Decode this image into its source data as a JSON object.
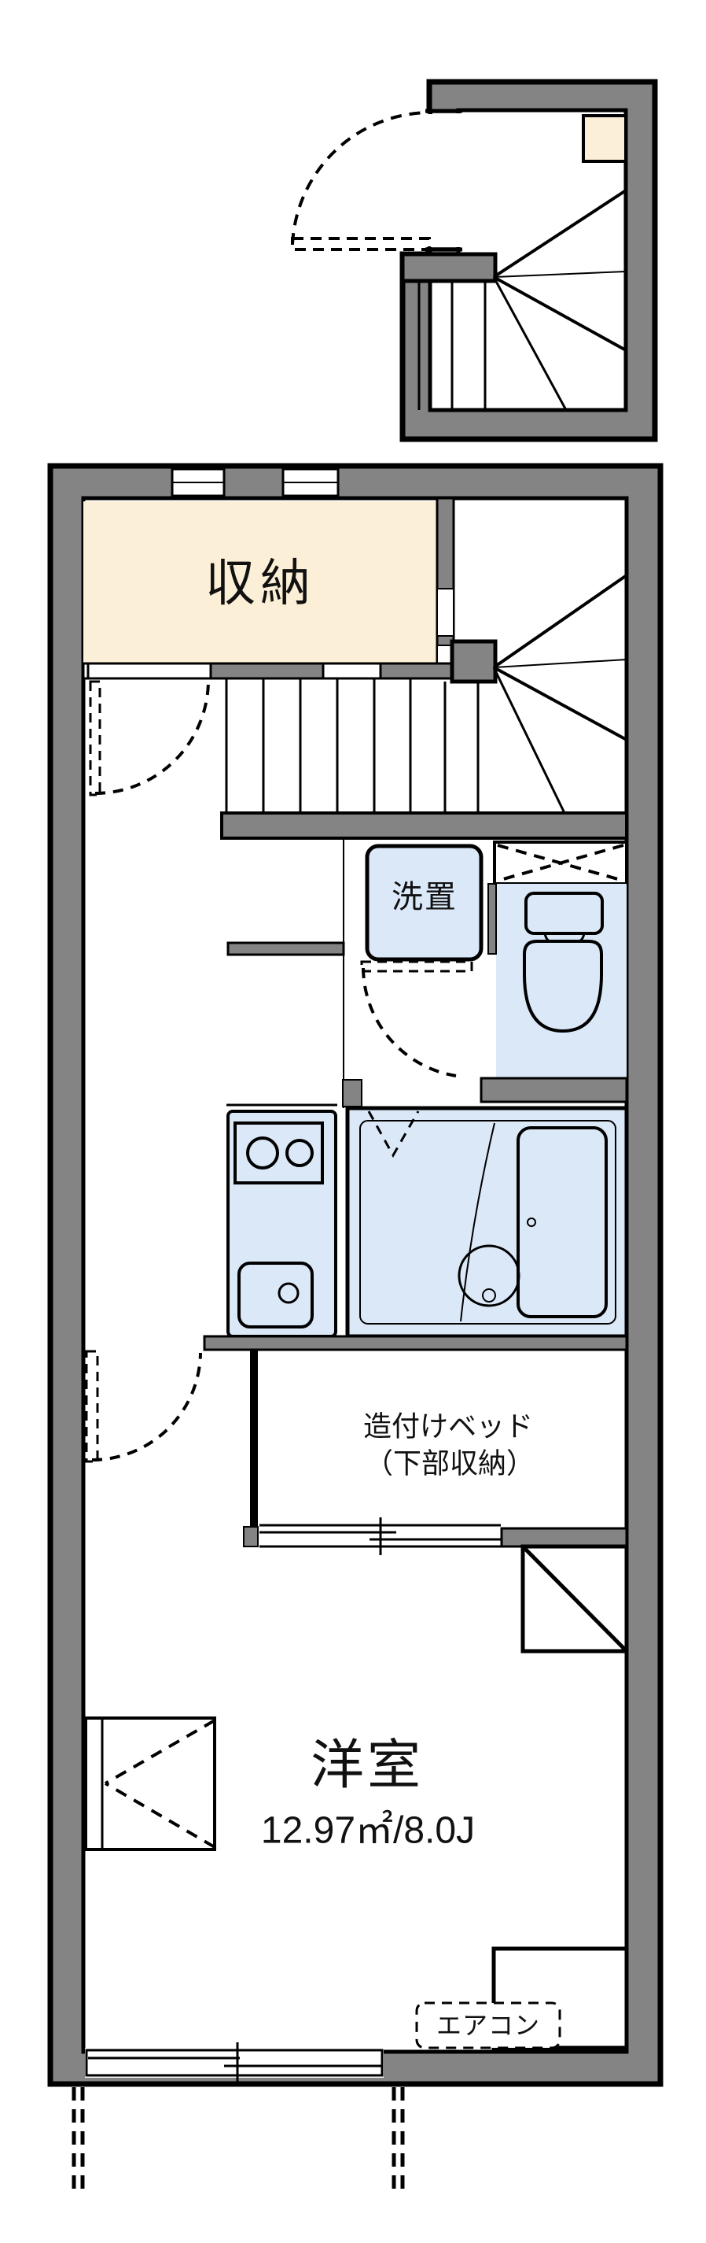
{
  "floorplan": {
    "labels": {
      "storage": "収納",
      "washer": "洗置",
      "bed_line1": "造付けベッド",
      "bed_line2": "（下部収納）",
      "room_name": "洋室",
      "room_area": "12.97㎡/8.0J",
      "aircon": "エアコン"
    },
    "colors": {
      "wall_gray": "#848484",
      "outline_black": "#000000",
      "storage_cream": "#fcefd7",
      "fixture_blue": "#dbe8f8",
      "background": "#ffffff"
    },
    "icons": [
      "stairs-winder-icon",
      "stairs-straight-icon",
      "door-swing-icon",
      "toilet-icon",
      "bathtub-icon",
      "stove-burners-icon",
      "kitchen-sink-icon",
      "sliding-window-icon",
      "upper-cabinet-icon",
      "aircon-box-icon"
    ]
  }
}
